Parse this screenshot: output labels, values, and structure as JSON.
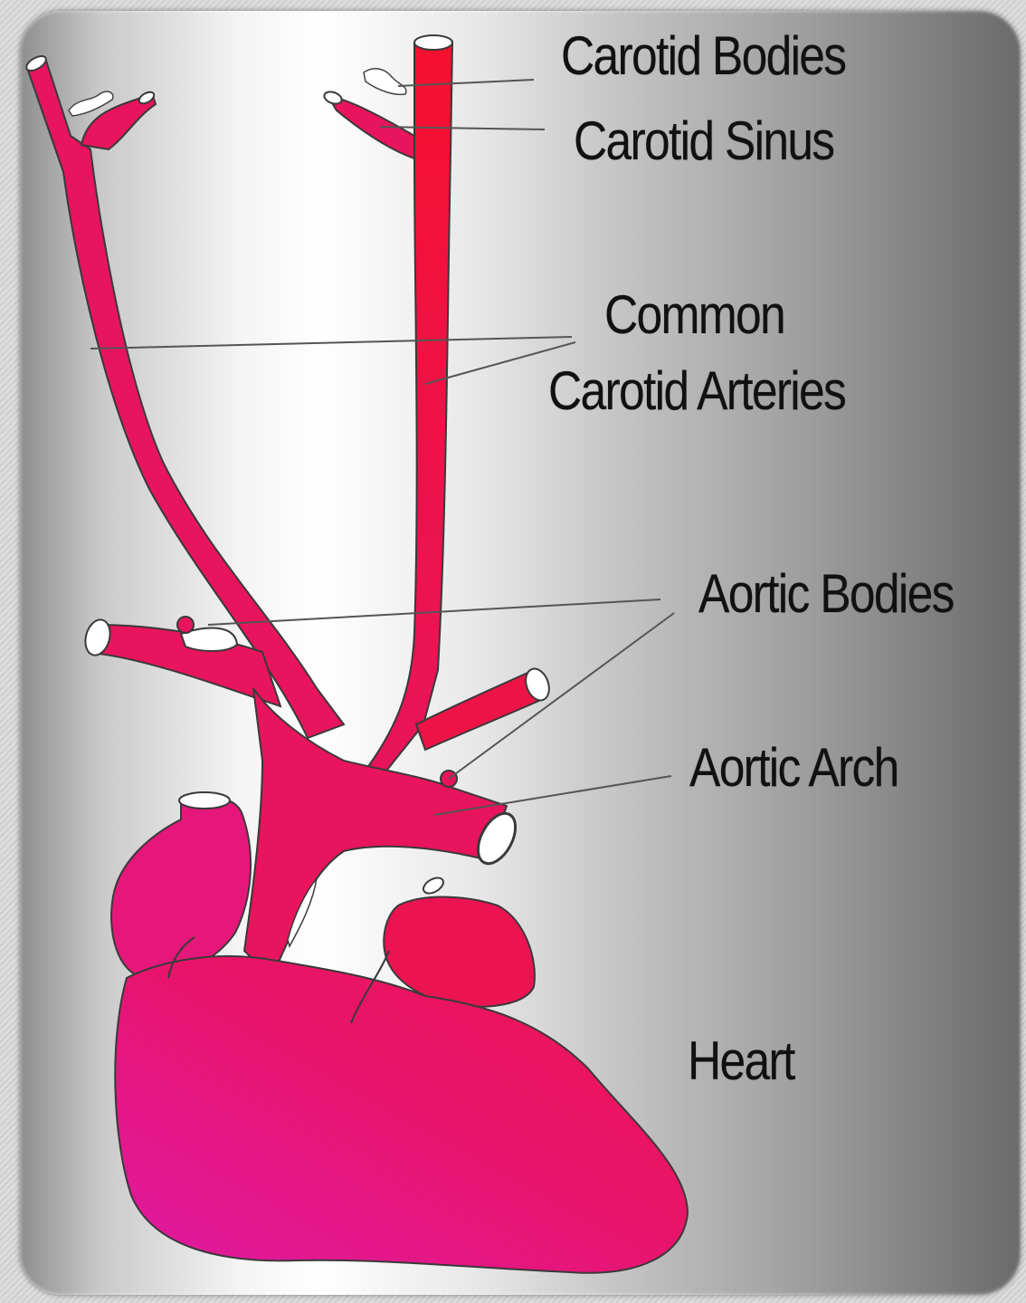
{
  "labels": {
    "carotid_bodies": "Carotid Bodies",
    "carotid_sinus": "Carotid Sinus",
    "common_line1": "Common",
    "common_line2": "Carotid Arteries",
    "aortic_bodies": "Aortic Bodies",
    "aortic_arch": "Aortic Arch",
    "heart": "Heart"
  },
  "colors": {
    "artery_red": "#f2103c",
    "artery_pink": "#e8145e",
    "heart_magenta": "#e0179a",
    "outline": "#3a3a3a",
    "text": "#111111"
  }
}
